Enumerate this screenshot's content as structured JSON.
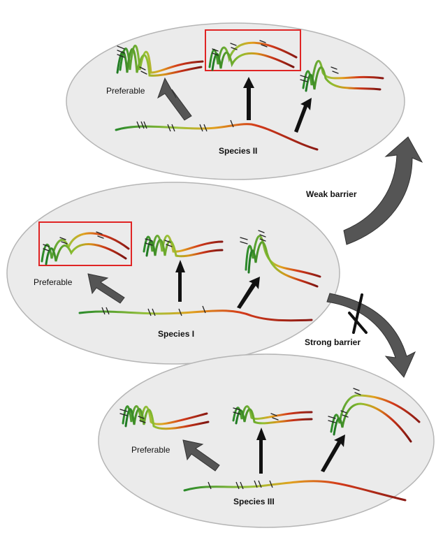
{
  "groups": [
    {
      "species_label": "Species II",
      "preferable_label": "Preferable"
    },
    {
      "species_label": "Species I",
      "preferable_label": "Preferable"
    },
    {
      "species_label": "Species III",
      "preferable_label": "Preferable"
    }
  ],
  "transitions": {
    "weak_label": "Weak barrier",
    "strong_label": "Strong barrier"
  },
  "colors": {
    "ellipse_fill": "#ebebeb",
    "ellipse_stroke": "#b5b5b5",
    "highlight_box": "#e02424",
    "big_arrow": "#555555",
    "thin_arrow": "#111111",
    "strand_gradient": [
      "#2a8a2a",
      "#9ac23a",
      "#e0a21e",
      "#d33a1a",
      "#8a1a14"
    ]
  },
  "icons": {
    "cross_mark": "x-mark-icon"
  }
}
